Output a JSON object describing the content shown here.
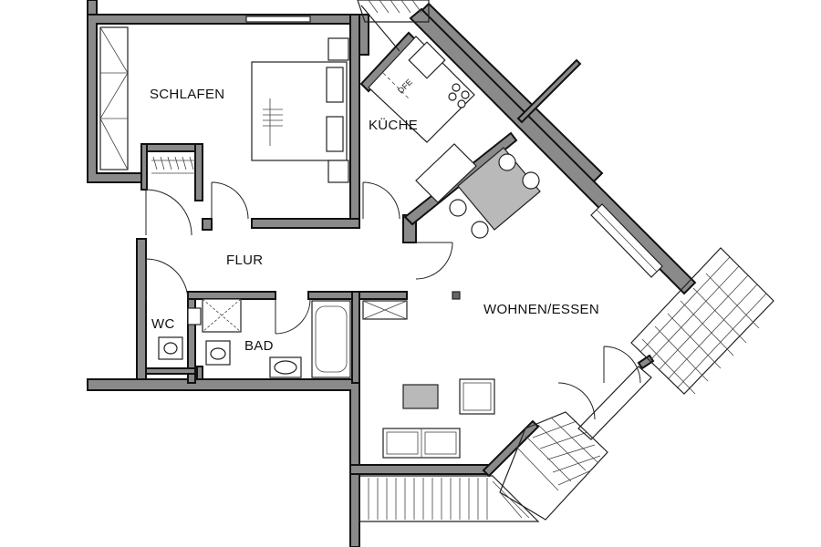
{
  "plan": {
    "rooms": {
      "schlafen": "SCHLAFEN",
      "kueche": "KÜCHE",
      "flur": "FLUR",
      "wc": "WC",
      "bad": "BAD",
      "wohnen": "WOHNEN/ESSEN"
    },
    "kitchen_appliance_label": "DFE"
  },
  "colors": {
    "wall_fill": "#8a8a8a",
    "wall_stroke": "#111111",
    "furniture_fill": "#ffffff",
    "furniture_grey": "#b9b9b9"
  }
}
